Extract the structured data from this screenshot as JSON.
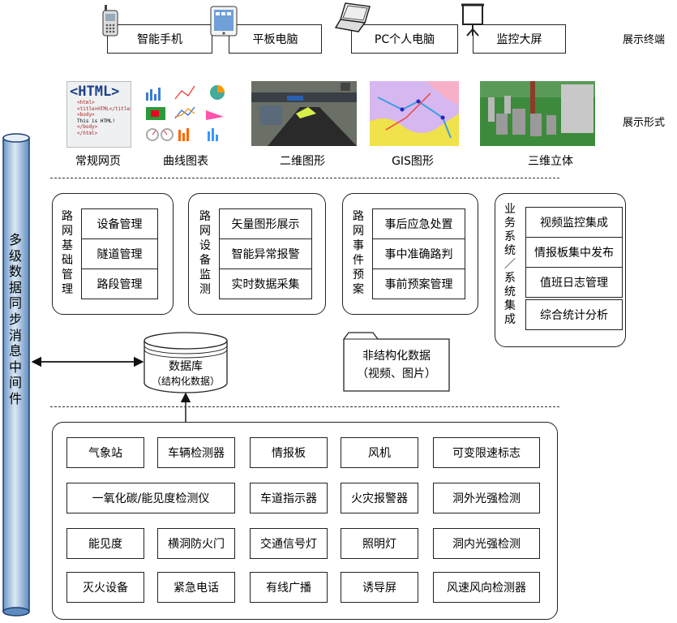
{
  "terminals": {
    "section_label": "展示终端",
    "items": [
      {
        "label": "智能手机",
        "icon": "phone-icon"
      },
      {
        "label": "平板电脑",
        "icon": "tablet-icon"
      },
      {
        "label": "PC个人电脑",
        "icon": "laptop-icon"
      },
      {
        "label": "监控大屏",
        "icon": "projector-screen-icon"
      }
    ]
  },
  "forms": {
    "section_label": "展示形式",
    "items": [
      {
        "label": "常规网页",
        "html_logo": "<HTML>",
        "code_lines": [
          "<html>",
          "<title>HTML</title>",
          "<body>",
          "This is HTML!",
          "</body>",
          "</html>"
        ]
      },
      {
        "label": "曲线图表"
      },
      {
        "label": "二维图形"
      },
      {
        "label": "GIS图形"
      },
      {
        "label": "三维立体"
      }
    ]
  },
  "middleware": {
    "label": "多级数据同步消息中间件"
  },
  "systems": [
    {
      "title": "路网基础管理",
      "items": [
        "设备管理",
        "隧道管理",
        "路段管理"
      ]
    },
    {
      "title": "路网设备监测",
      "items": [
        "矢量图形展示",
        "智能异常报警",
        "实时数据采集"
      ]
    },
    {
      "title": "路网事件预案",
      "items": [
        "事后应急处置",
        "事中准确路判",
        "事前预案管理"
      ]
    },
    {
      "title": "业务系统／系统集成",
      "items": [
        "视频监控集成",
        "情报板集中发布",
        "值班日志管理",
        "综合统计分析"
      ]
    }
  ],
  "database": {
    "title": "数据库",
    "subtitle": "（结构化数据）"
  },
  "unstructured": {
    "title": "非结构化数据",
    "subtitle": "（视频、图片）"
  },
  "devices": {
    "rows": [
      [
        "气象站",
        "车辆检测器",
        "情报板",
        "风机",
        "可变限速标志"
      ],
      [
        "一氧化碳/能见度检测仪",
        "车道指示器",
        "火灾报警器",
        "洞外光强检测"
      ],
      [
        "能见度",
        "横洞防火门",
        "交通信号灯",
        "照明灯",
        "洞内光强检测"
      ],
      [
        "灭火设备",
        "紧急电话",
        "有线广播",
        "诱导屏",
        "风速风向检测器"
      ]
    ]
  },
  "colors": {
    "cylinder": "#9bbfe0",
    "accent": "#3b6fb6"
  }
}
